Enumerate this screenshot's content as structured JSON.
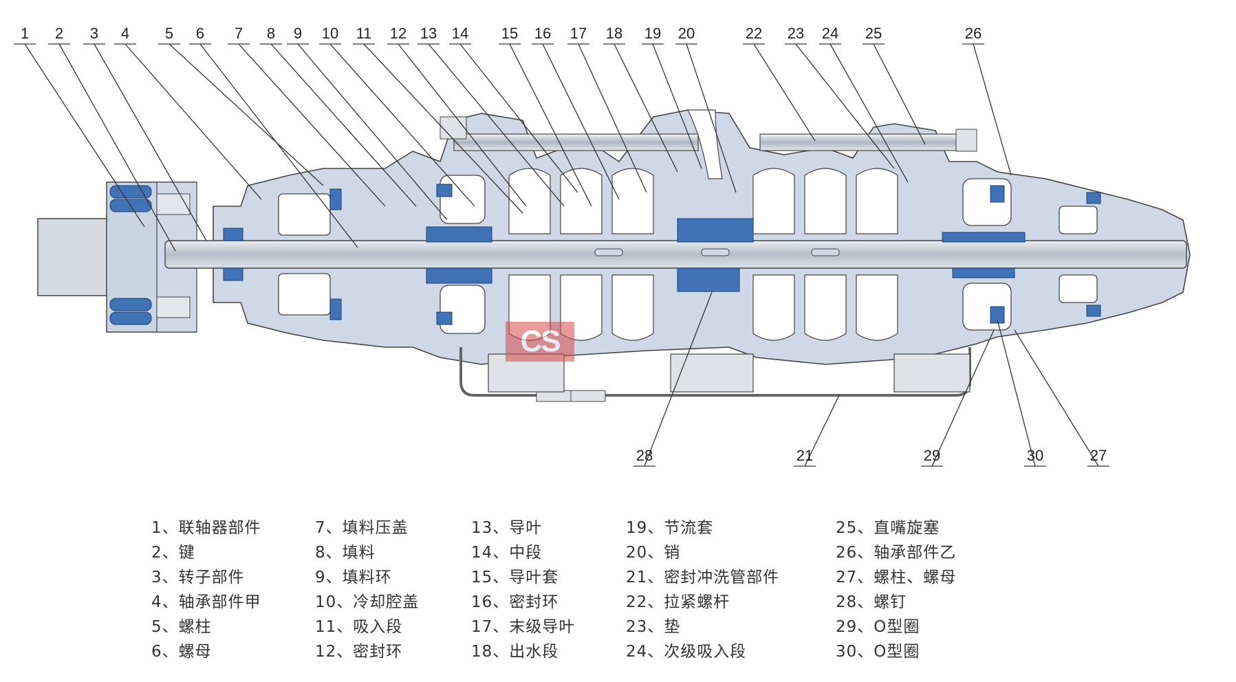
{
  "callouts_top": [
    "1",
    "2",
    "3",
    "4",
    "5",
    "6",
    "7",
    "8",
    "9",
    "10",
    "11",
    "12",
    "13",
    "14",
    "15",
    "16",
    "17",
    "18",
    "19",
    "20",
    "22",
    "23",
    "24",
    "25",
    "26"
  ],
  "callouts_bottom": [
    "28",
    "21",
    "29",
    "30",
    "27"
  ],
  "legend": {
    "col1": [
      "1、联轴器部件",
      "2、键",
      "3、转子部件",
      "4、轴承部件甲",
      "5、螺柱",
      "6、螺母"
    ],
    "col2": [
      "7、填料压盖",
      "8、填料",
      "9、填料环",
      "10、冷却腔盖",
      "11、吸入段",
      "12、密封环"
    ],
    "col3": [
      "13、导叶",
      "14、中段",
      "15、导叶套",
      "16、密封环",
      "17、末级导叶",
      "18、出水段"
    ],
    "col4": [
      "19、节流套",
      "20、销",
      "21、密封冲洗管部件",
      "22、拉紧螺杆",
      "23、垫",
      "24、次级吸入段"
    ],
    "col5": [
      "25、直嘴旋塞",
      "26、轴承部件乙",
      "27、螺柱、螺母",
      "28、螺钉",
      "29、O型圈",
      "30、O型圈"
    ]
  },
  "watermark": "CS",
  "colors": {
    "housing": "#cfd8e6",
    "blue_part": "#3f73b5",
    "shaft": "#c9cfd8",
    "line": "#333333"
  }
}
